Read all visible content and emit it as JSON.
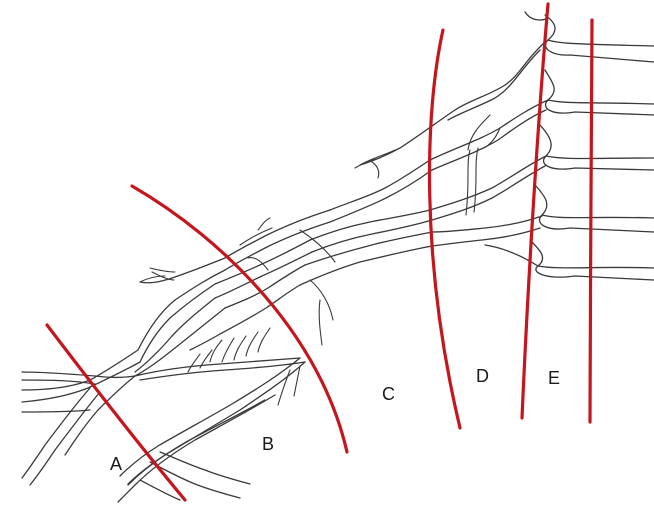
{
  "colors": {
    "cut_line": "#c4161c",
    "nerve_ink": "#3a3a3a",
    "background": "#ffffff"
  },
  "labels": {
    "A": "A",
    "B": "B",
    "C": "C",
    "D": "D",
    "E": "E"
  }
}
